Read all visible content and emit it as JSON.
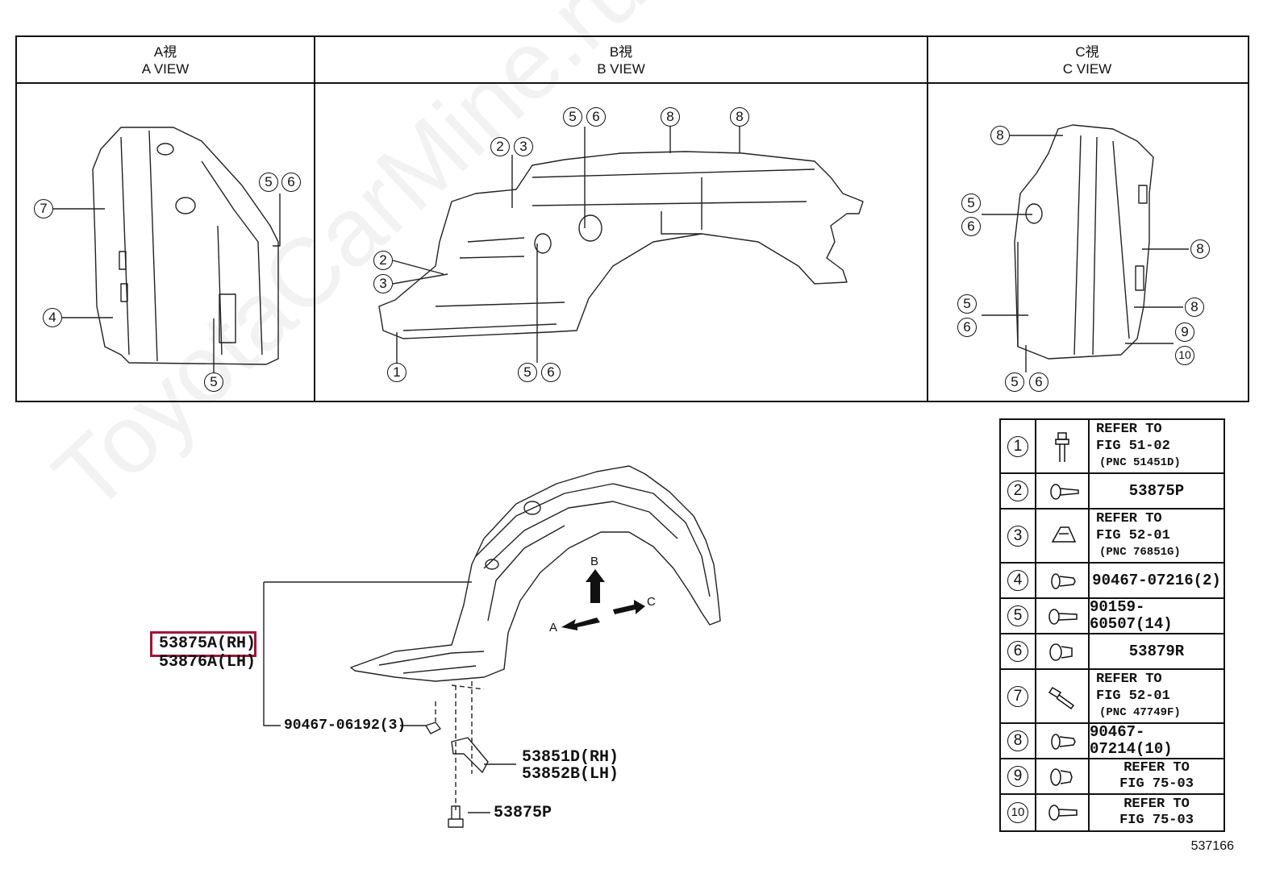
{
  "views": {
    "a": {
      "jp": "A視",
      "en": "A VIEW"
    },
    "b": {
      "jp": "B視",
      "en": "B VIEW"
    },
    "c": {
      "jp": "C視",
      "en": "C VIEW"
    }
  },
  "callouts": {
    "one": "1",
    "two": "2",
    "three": "3",
    "four": "4",
    "five": "5",
    "six": "6",
    "seven": "7",
    "eight": "8",
    "nine": "9",
    "ten": "10"
  },
  "parts": {
    "liner_rh": "53875A(RH)",
    "liner_lh": "53876A(LH)",
    "clip_90467": "90467-06192(3)",
    "bracket_rh": "53851D(RH)",
    "bracket_lh": "53852B(LH)",
    "bolt": "53875P"
  },
  "arrows": {
    "a": "A",
    "b": "B",
    "c": "C"
  },
  "legend": [
    {
      "num": "1",
      "icon": "bolt-icon",
      "lines": [
        "REFER TO",
        "FIG 51-02"
      ],
      "sub": "(PNC 51451D)"
    },
    {
      "num": "2",
      "icon": "screw-icon",
      "value": "53875P"
    },
    {
      "num": "3",
      "icon": "nut-clip-icon",
      "lines": [
        "REFER TO",
        "FIG 52-01"
      ],
      "sub": "(PNC 76851G)"
    },
    {
      "num": "4",
      "icon": "push-clip-icon",
      "value": "90467-07216(2)"
    },
    {
      "num": "5",
      "icon": "screw-icon",
      "value": "90159-60507(14)"
    },
    {
      "num": "6",
      "icon": "rivet-icon",
      "value": "53879R"
    },
    {
      "num": "7",
      "icon": "screw-angled-icon",
      "lines": [
        "REFER TO",
        "FIG 52-01"
      ],
      "sub": "(PNC 47749F)"
    },
    {
      "num": "8",
      "icon": "push-clip-icon",
      "value": "90467-07214(10)"
    },
    {
      "num": "9",
      "icon": "grommet-icon",
      "lines": [
        "REFER TO",
        "FIG 75-03"
      ]
    },
    {
      "num": "10",
      "icon": "screw-icon",
      "lines": [
        "REFER TO",
        "FIG 75-03"
      ]
    }
  ],
  "watermark": "ToyotaCarMine.ru",
  "figure_number": "537166",
  "highlight_color": "#a0163a"
}
